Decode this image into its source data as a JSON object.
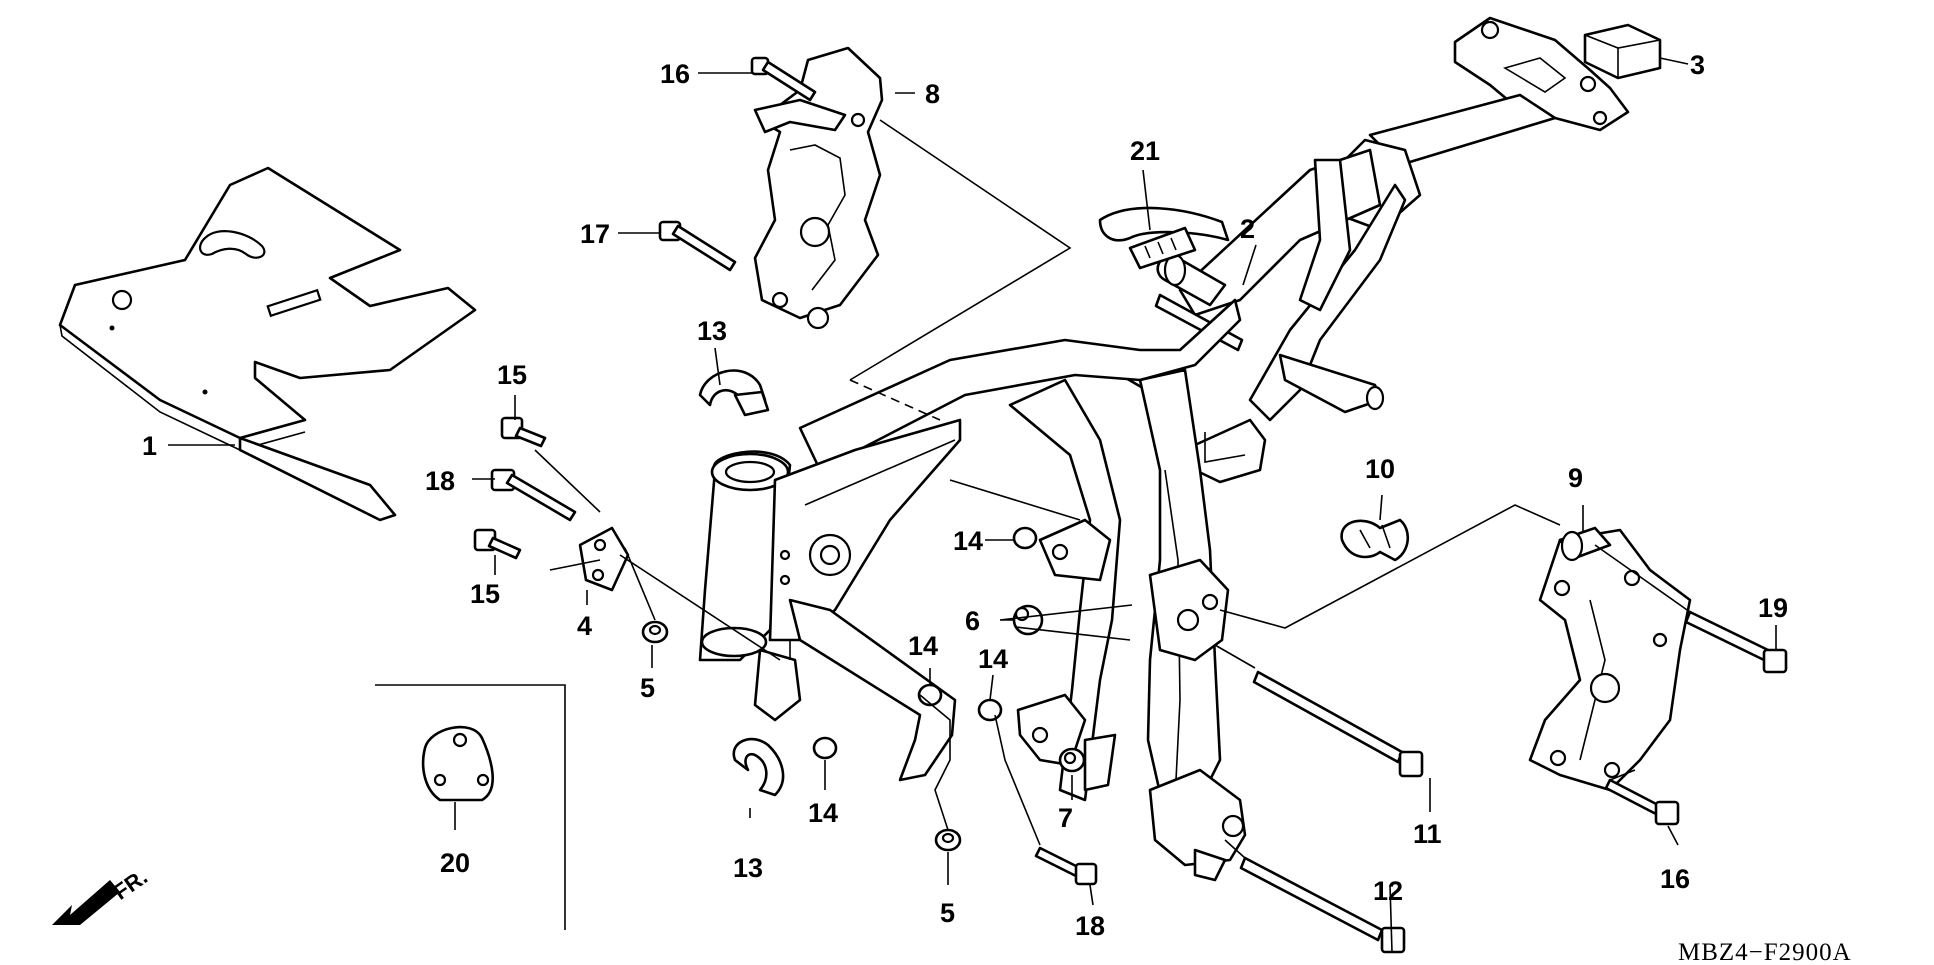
{
  "diagram": {
    "code": "MBZ4−F2900A",
    "direction_label": "FR.",
    "callouts": [
      {
        "id": "c1",
        "label": "1"
      },
      {
        "id": "c2",
        "label": "2"
      },
      {
        "id": "c3",
        "label": "3"
      },
      {
        "id": "c4",
        "label": "4"
      },
      {
        "id": "c5a",
        "label": "5"
      },
      {
        "id": "c5b",
        "label": "5"
      },
      {
        "id": "c6",
        "label": "6"
      },
      {
        "id": "c7",
        "label": "7"
      },
      {
        "id": "c8",
        "label": "8"
      },
      {
        "id": "c9",
        "label": "9"
      },
      {
        "id": "c10",
        "label": "10"
      },
      {
        "id": "c11",
        "label": "11"
      },
      {
        "id": "c12",
        "label": "12"
      },
      {
        "id": "c13a",
        "label": "13"
      },
      {
        "id": "c13b",
        "label": "13"
      },
      {
        "id": "c14a",
        "label": "14"
      },
      {
        "id": "c14b",
        "label": "14"
      },
      {
        "id": "c14c",
        "label": "14"
      },
      {
        "id": "c14d",
        "label": "14"
      },
      {
        "id": "c15a",
        "label": "15"
      },
      {
        "id": "c15b",
        "label": "15"
      },
      {
        "id": "c16a",
        "label": "16"
      },
      {
        "id": "c16b",
        "label": "16"
      },
      {
        "id": "c17",
        "label": "17"
      },
      {
        "id": "c18a",
        "label": "18"
      },
      {
        "id": "c18b",
        "label": "18"
      },
      {
        "id": "c19",
        "label": "19"
      },
      {
        "id": "c20",
        "label": "20"
      },
      {
        "id": "c21",
        "label": "21"
      }
    ]
  }
}
